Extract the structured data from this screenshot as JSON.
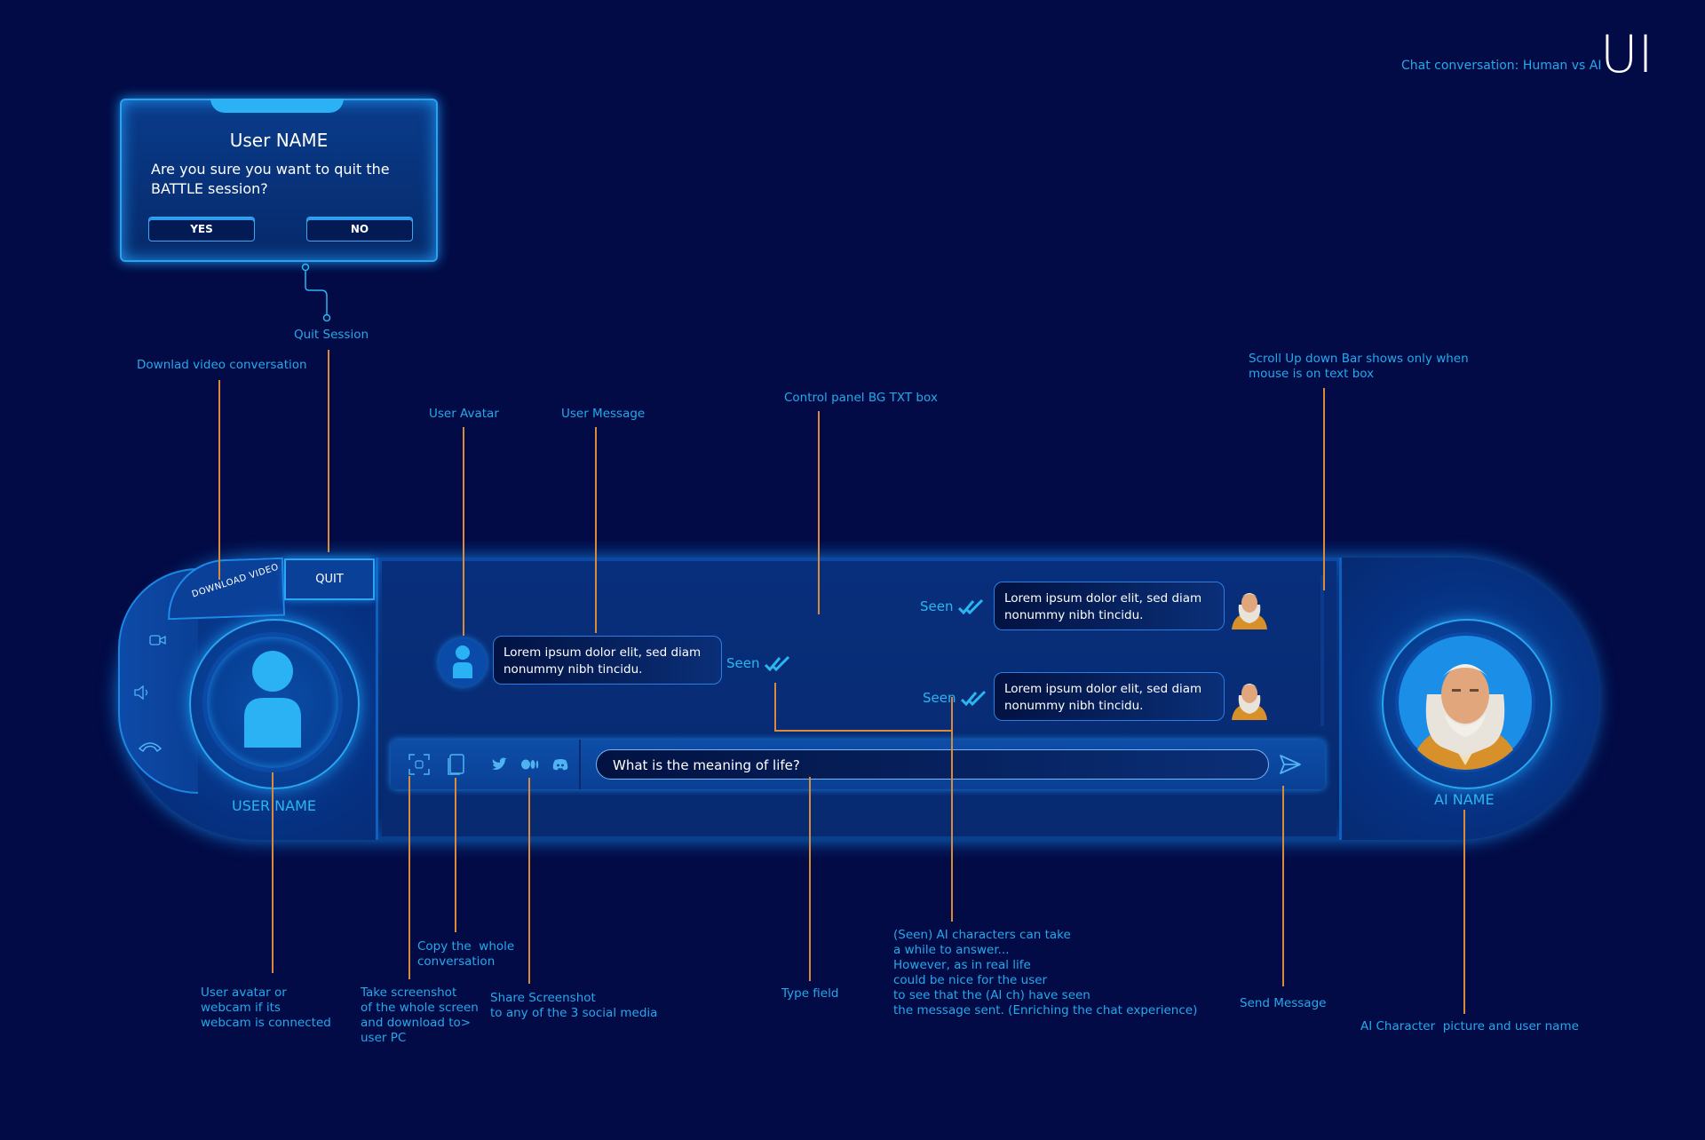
{
  "header": {
    "title": "Chat conversation: Human vs AI",
    "ui_label": "UI"
  },
  "dialog": {
    "title": "User NAME",
    "message": "Are you sure you want to quit the BATTLE session?",
    "yes_label": "YES",
    "no_label": "NO"
  },
  "left_panel": {
    "download_label": "DOWNLOAD VIDEO",
    "quit_label": "QUIT",
    "user_name": "USER NAME"
  },
  "right_panel": {
    "ai_name": "AI NAME"
  },
  "chat": {
    "user_message": "Lorem ipsum dolor elit, sed diam nonummy nibh tincidu.",
    "ai_messages": [
      "Lorem ipsum dolor elit, sed diam nonummy nibh tincidu.",
      "Lorem ipsum dolor elit, sed diam nonummy nibh tincidu."
    ],
    "seen_label": "Seen"
  },
  "input": {
    "value": "What is the meaning of life?"
  },
  "annotations": {
    "quit_session": "Quit Session",
    "download_video": "Downlad video conversation",
    "user_avatar": "User Avatar",
    "user_message": "User Message",
    "control_panel": "Control panel BG TXT box",
    "scroll_bar": "Scroll Up down Bar shows only when\nmouse is on text box",
    "avatar_webcam": "User avatar or\nwebcam if its\nwebcam is connected",
    "screenshot": "Take screenshot\nof the whole screen\nand download to>\nuser PC",
    "copy": "Copy the  whole\nconversation",
    "share": "Share Screenshot\nto any of the 3 social media",
    "type_field": "Type field",
    "seen_note": "(Seen) AI characters can take\na while to answer...\nHowever, as in real life\ncould be nice for the user\nto see that the (AI ch) have seen\nthe message sent. (Enriching the chat experience)",
    "send": "Send Message",
    "ai_character": "AI Character  picture and user name"
  },
  "colors": {
    "background": "#020b45",
    "accent": "#2ab6f0",
    "annotation_line": "#d98a3a"
  },
  "icons": [
    "screenshot-icon",
    "copy-icon",
    "twitter-icon",
    "medium-icon",
    "discord-icon",
    "send-icon",
    "video-icon",
    "speaker-icon",
    "hangup-icon",
    "user-avatar-icon",
    "double-check-icon"
  ]
}
